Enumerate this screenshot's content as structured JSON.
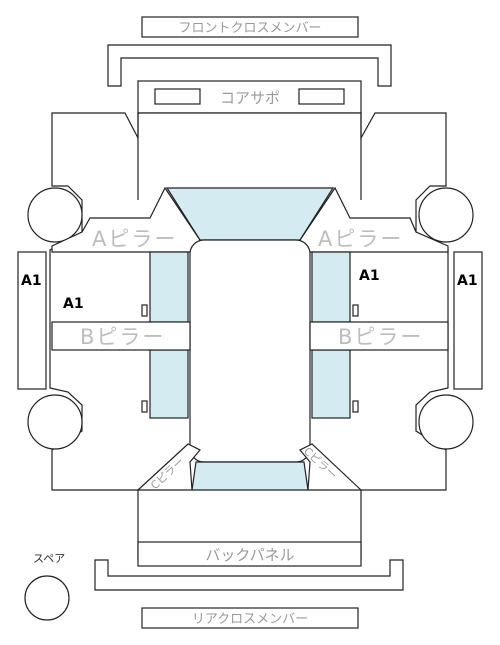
{
  "labels": {
    "front_cross_member": "フロントクロスメンバー",
    "core_support": "コアサポ",
    "a_pillar_left": "Aピラー",
    "a_pillar_right": "Aピラー",
    "b_pillar_left": "Bピラー",
    "b_pillar_right": "Bピラー",
    "back_panel": "バックパネル",
    "rear_cross_member": "リアクロスメンバー",
    "spare": "スペア",
    "c_pillar_left": "Cピラー",
    "c_pillar_right": "Cピラー"
  },
  "marks": {
    "left_outer": "A1",
    "left_door": "A1",
    "right_door": "A1",
    "right_outer": "A1"
  },
  "colors": {
    "glass": "#d4ebf2",
    "line": "#222222",
    "label_gray": "#9a9a9a"
  }
}
